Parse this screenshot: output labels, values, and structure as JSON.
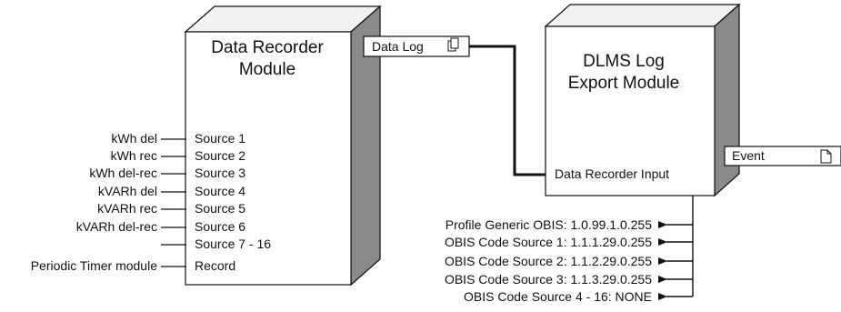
{
  "data_recorder": {
    "title_line1": "Data Recorder",
    "title_line2": "Module",
    "output_label": "Data Log",
    "inputs": [
      {
        "source": "kWh del",
        "port": "Source 1"
      },
      {
        "source": "kWh rec",
        "port": "Source 2"
      },
      {
        "source": "kWh del-rec",
        "port": "Source 3"
      },
      {
        "source": "kVARh del",
        "port": "Source 4"
      },
      {
        "source": "kVARh rec",
        "port": "Source 5"
      },
      {
        "source": "kVARh del-rec",
        "port": "Source 6"
      },
      {
        "source": "",
        "port": "Source 7 - 16"
      },
      {
        "source": "Periodic Timer module",
        "port": "Record"
      }
    ]
  },
  "dlms_export": {
    "title_line1": "DLMS Log",
    "title_line2": "Export Module",
    "input_label": "Data Recorder Input",
    "output_label": "Event",
    "setup_registers": [
      "Profile Generic OBIS: 1.0.99.1.0.255",
      "OBIS Code Source 1: 1.1.1.29.0.255",
      "OBIS Code Source 2: 1.1.2.29.0.255",
      "OBIS Code Source 3: 1.1.3.29.0.255",
      "OBIS Code Source 4 - 16: NONE"
    ]
  },
  "icons": {
    "data_log": "multi-page-document-icon",
    "event": "document-icon"
  },
  "colors": {
    "box_front": "#ffffff",
    "box_top": "#f2f2f2",
    "box_side": "#8a8a8a",
    "line": "#111111"
  }
}
